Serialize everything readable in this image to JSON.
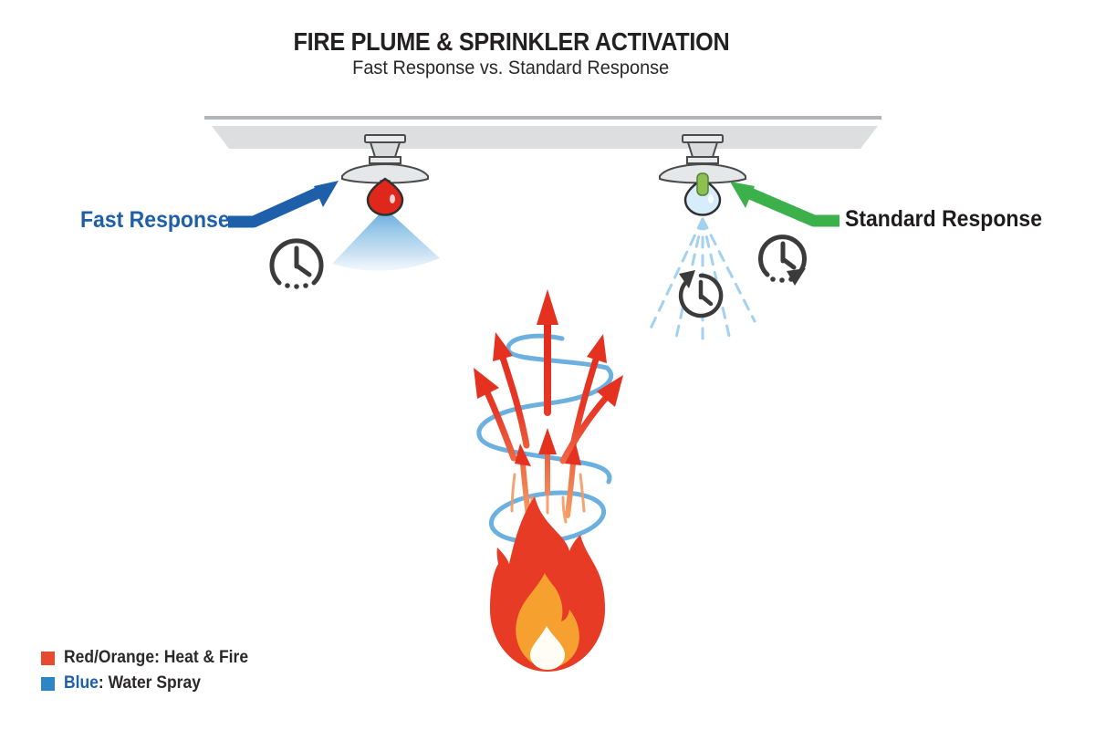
{
  "title": "FIRE PLUME & SPRINKLER ACTIVATION",
  "subtitle": "Fast Response vs. Standard Response",
  "sprinklers": {
    "fast": {
      "label": "Fast Response",
      "arrow_color": "#1d5fa8",
      "bulb_color": "#e0271c",
      "spray_type": "solid-cone"
    },
    "standard": {
      "label": "Standard Response",
      "arrow_color": "#3cb04a",
      "bulb_color": "#d8edfb",
      "tube_color": "#8cc152",
      "spray_type": "dashed-lines"
    }
  },
  "icons": {
    "fast_side": [
      "timer-clock-icon"
    ],
    "standard_side": [
      "timer-clock-arrow-icon",
      "clockwise-clock-icon"
    ]
  },
  "legend": {
    "items": [
      {
        "swatch_color": "#e84a31",
        "label": "Red/Orange: Heat & Fire"
      },
      {
        "swatch_color": "#2d85c5",
        "label_prefix": "Blue",
        "label_rest": ": Water Spray",
        "prefix_color": "#1d5fa8"
      }
    ]
  },
  "colors": {
    "heat_red": "#e5311f",
    "heat_orange": "#f5a066",
    "water_blue": "#6cb0e0",
    "spray_dash_blue": "#a3d2f0",
    "flame_outer": "#e83b25",
    "flame_inner": "#f6a12f",
    "flame_core": "#fffdf4",
    "ceiling_gray": "#dcdee0",
    "clock_gray": "#3b3b3b"
  }
}
